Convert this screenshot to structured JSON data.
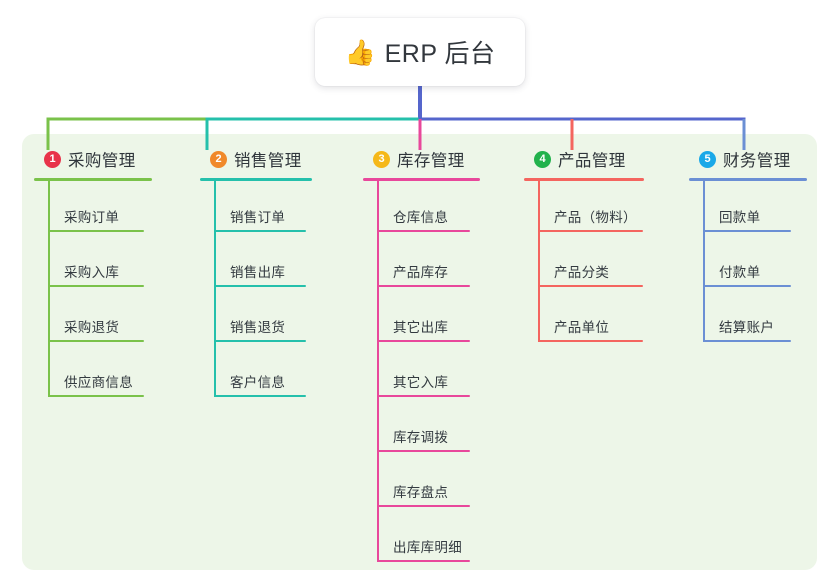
{
  "diagram": {
    "type": "mind-map",
    "background_color": "#ffffff",
    "canvas_color": "#edf6e8",
    "root": {
      "icon": "thumbs-up-icon",
      "emoji": "👍",
      "label": "ERP 后台",
      "stem_color": "#5566cc"
    },
    "branches": [
      {
        "number": "1",
        "title": "采购管理",
        "badge_color": "#e8334a",
        "line_color": "#7ac24a",
        "children": [
          {
            "label": "采购订单"
          },
          {
            "label": "采购入库"
          },
          {
            "label": "采购退货"
          },
          {
            "label": "供应商信息"
          }
        ]
      },
      {
        "number": "2",
        "title": "销售管理",
        "badge_color": "#f0892a",
        "line_color": "#25c0ab",
        "children": [
          {
            "label": "销售订单"
          },
          {
            "label": "销售出库"
          },
          {
            "label": "销售退货"
          },
          {
            "label": "客户信息"
          }
        ]
      },
      {
        "number": "3",
        "title": "库存管理",
        "badge_color": "#f5b819",
        "line_color": "#e8489b",
        "children": [
          {
            "label": "仓库信息"
          },
          {
            "label": "产品库存"
          },
          {
            "label": "其它出库"
          },
          {
            "label": "其它入库"
          },
          {
            "label": "库存调拨"
          },
          {
            "label": "库存盘点"
          },
          {
            "label": "出库库明细"
          }
        ]
      },
      {
        "number": "4",
        "title": "产品管理",
        "badge_color": "#22b24c",
        "line_color": "#f4655f",
        "children": [
          {
            "label": "产品（物料）"
          },
          {
            "label": "产品分类"
          },
          {
            "label": "产品单位"
          }
        ]
      },
      {
        "number": "5",
        "title": "财务管理",
        "badge_color": "#1aa8e8",
        "line_color": "#6b8fd4",
        "children": [
          {
            "label": "回款单"
          },
          {
            "label": "付款单"
          },
          {
            "label": "结算账户"
          }
        ]
      }
    ]
  }
}
